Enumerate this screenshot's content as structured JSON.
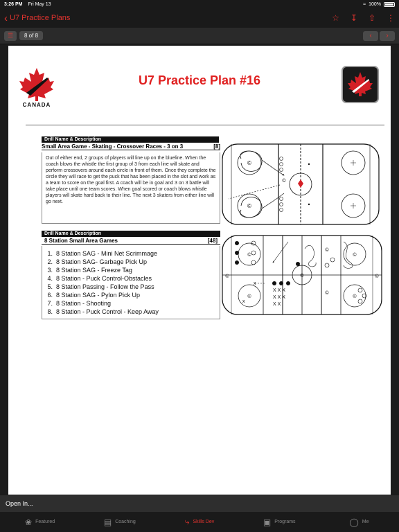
{
  "status": {
    "time": "3:26 PM",
    "date": "Fri May 13",
    "battery": "100%",
    "wifi_icon": "wifi-icon"
  },
  "nav": {
    "back_label": "U7 Practice Plans"
  },
  "pager": {
    "count": "8 of 8"
  },
  "doc": {
    "title": "U7 Practice Plan #16",
    "logo_text": "CANADA",
    "drill1": {
      "header": "Drill Name & Description",
      "name": "Small Area Game - Skating - Crossover Races - 3 on 3",
      "num": "[8]",
      "description": "Out of either end, 2 groups of players will line up on the blueline. When the coach blows the whistle the first group of 3 from each line will skate and perform crossovers around each circle in front of them. Once they complete the circle they will race to get the puck that has been placed in the slot and work as a team to score on the goal first. A coach will be in goal and 3 on 3 battle will take place until one team scores. When goal scored or coach blows whistle players will skate hard back to their line. The next 3 skaters from either line will go next."
    },
    "drill2": {
      "header": "Drill Name & Description",
      "name": "8 Station Small Area Games",
      "num": "[48]",
      "stations": [
        {
          "n": "1.",
          "t": "8 Station SAG - Mini Net Scrimmage"
        },
        {
          "n": "2.",
          "t": "8 Station SAG- Garbage Pick Up"
        },
        {
          "n": "3.",
          "t": "8 Station SAG - Freeze Tag"
        },
        {
          "n": "4.",
          "t": "8 Station - Puck Control-Obstacles"
        },
        {
          "n": "5.",
          "t": "8 Station Passing - Follow the Pass"
        },
        {
          "n": "6.",
          "t": "8  Station SAG - Pylon Pick Up"
        },
        {
          "n": "7.",
          "t": "8 Station - Shooting"
        },
        {
          "n": "8.",
          "t": "8 Station - Puck Control - Keep Away"
        }
      ]
    }
  },
  "bottom": {
    "open_in": "Open In..."
  },
  "tabs": [
    {
      "label": "Featured",
      "icon": "leaf-icon"
    },
    {
      "label": "Coaching",
      "icon": "clipboard-icon"
    },
    {
      "label": "Skills Dev",
      "icon": "drill-icon"
    },
    {
      "label": "Programs",
      "icon": "book-icon"
    },
    {
      "label": "Me",
      "icon": "person-icon"
    }
  ],
  "colors": {
    "accent": "#e3342f",
    "title_red": "#e02020",
    "leaf_red": "#d41f26"
  }
}
